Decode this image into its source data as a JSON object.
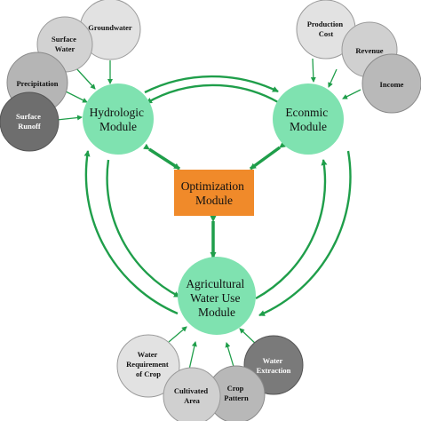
{
  "modules": {
    "hydrologic": {
      "lines": [
        "Hydrologic",
        "Module"
      ]
    },
    "economic": {
      "lines": [
        "Econmic",
        "Module"
      ]
    },
    "agricultural": {
      "lines": [
        "Agricultural",
        "Water Use",
        "Module"
      ]
    },
    "optimization": {
      "lines": [
        "Optimization",
        "Module"
      ]
    }
  },
  "hydrologic_inputs": [
    {
      "lines": [
        "Groundwater"
      ]
    },
    {
      "lines": [
        "Surface",
        "Water"
      ]
    },
    {
      "lines": [
        "Precipitation"
      ]
    },
    {
      "lines": [
        "Surface",
        "Runoff"
      ]
    }
  ],
  "economic_inputs": [
    {
      "lines": [
        "Production",
        "Cost"
      ]
    },
    {
      "lines": [
        "Revenue"
      ]
    },
    {
      "lines": [
        "Income"
      ]
    }
  ],
  "agricultural_inputs": [
    {
      "lines": [
        "Water",
        "Requirement",
        "of Crop"
      ]
    },
    {
      "lines": [
        "Cultivated",
        "Area"
      ]
    },
    {
      "lines": [
        "Crop",
        "Pattern"
      ]
    },
    {
      "lines": [
        "Water",
        "Extraction"
      ]
    }
  ],
  "colors": {
    "module_fill": "#7fe2b0",
    "optimization_fill": "#f08a2a",
    "arrow_green": "#1f9e4a",
    "input_light": "#e2e2e2",
    "input_mid": "#c9c9c9",
    "input_dark": "#8a8a8a",
    "input_darkest": "#6e6e6e"
  }
}
